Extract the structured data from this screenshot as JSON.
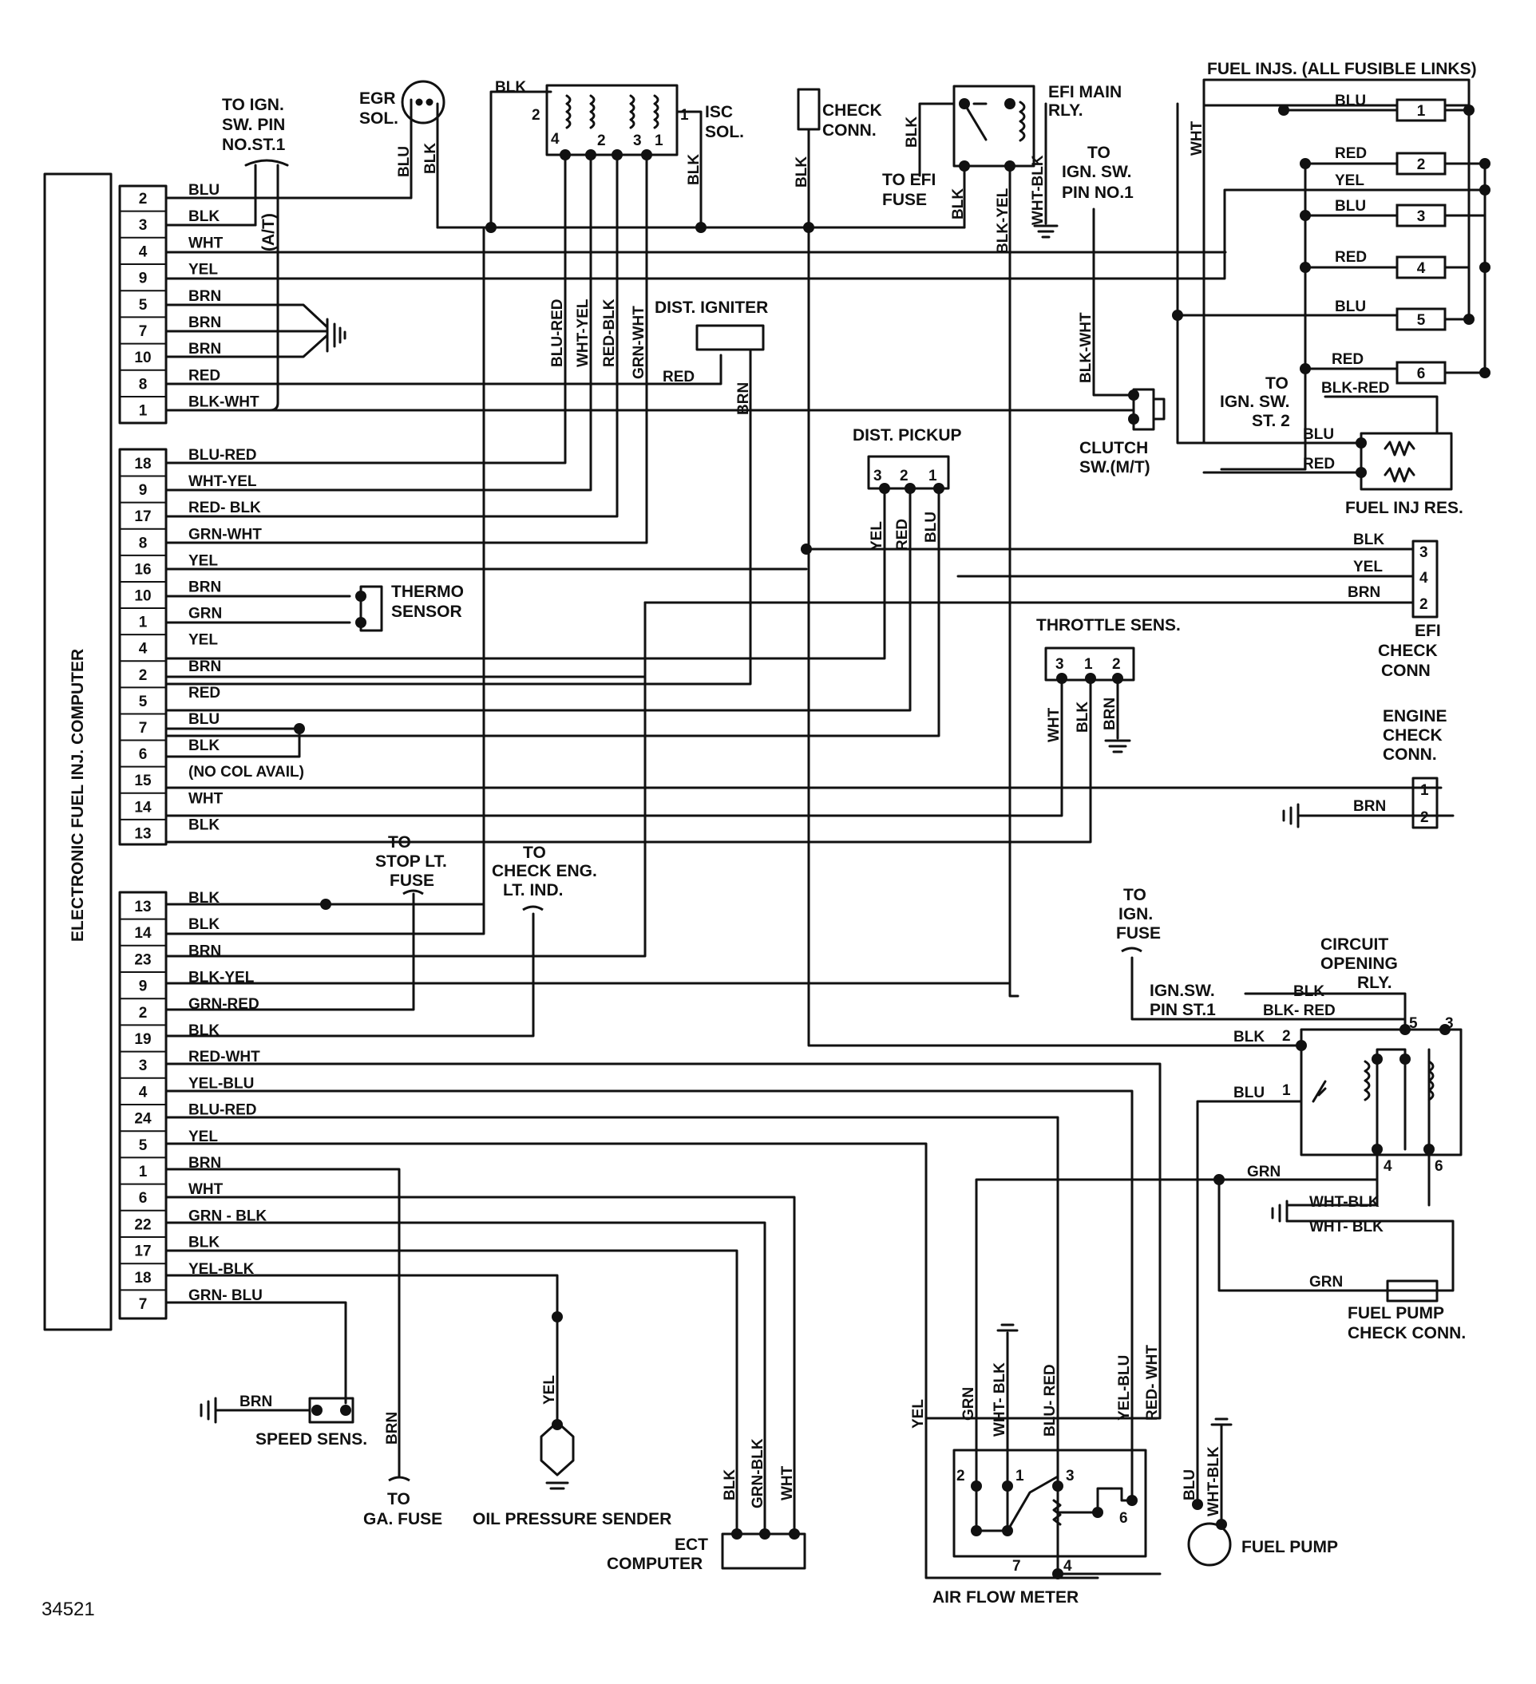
{
  "diagram": {
    "computer_label": "ELECTRONIC FUEL INJ. COMPUTER",
    "reference_number": "34521",
    "ecu_upper_pins": [
      {
        "pin": "2",
        "wire": "BLU"
      },
      {
        "pin": "3",
        "wire": "BLK"
      },
      {
        "pin": "4",
        "wire": "WHT"
      },
      {
        "pin": "9",
        "wire": "YEL"
      },
      {
        "pin": "5",
        "wire": "BRN"
      },
      {
        "pin": "7",
        "wire": "BRN"
      },
      {
        "pin": "10",
        "wire": "BRN"
      },
      {
        "pin": "8",
        "wire": "RED"
      },
      {
        "pin": "1",
        "wire": "BLK-WHT"
      }
    ],
    "ecu_middle_pins": [
      {
        "pin": "18",
        "wire": "BLU-RED"
      },
      {
        "pin": "9",
        "wire": "WHT-YEL"
      },
      {
        "pin": "17",
        "wire": "RED- BLK"
      },
      {
        "pin": "8",
        "wire": "GRN-WHT"
      },
      {
        "pin": "16",
        "wire": "YEL"
      },
      {
        "pin": "10",
        "wire": "BRN"
      },
      {
        "pin": "1",
        "wire": "GRN"
      },
      {
        "pin": "4",
        "wire": "YEL"
      },
      {
        "pin": "2",
        "wire": "BRN"
      },
      {
        "pin": "5",
        "wire": "RED"
      },
      {
        "pin": "7",
        "wire": "BLU"
      },
      {
        "pin": "6",
        "wire": "BLK"
      },
      {
        "pin": "15",
        "wire": "(NO COL AVAIL)"
      },
      {
        "pin": "14",
        "wire": "WHT"
      },
      {
        "pin": "13",
        "wire": "BLK"
      }
    ],
    "ecu_lower_pins": [
      {
        "pin": "13",
        "wire": "BLK"
      },
      {
        "pin": "14",
        "wire": "BLK"
      },
      {
        "pin": "23",
        "wire": "BRN"
      },
      {
        "pin": "9",
        "wire": "BLK-YEL"
      },
      {
        "pin": "2",
        "wire": "GRN-RED"
      },
      {
        "pin": "19",
        "wire": "BLK"
      },
      {
        "pin": "3",
        "wire": "RED-WHT"
      },
      {
        "pin": "4",
        "wire": "YEL-BLU"
      },
      {
        "pin": "24",
        "wire": "BLU-RED"
      },
      {
        "pin": "5",
        "wire": "YEL"
      },
      {
        "pin": "1",
        "wire": "BRN"
      },
      {
        "pin": "6",
        "wire": "WHT"
      },
      {
        "pin": "22",
        "wire": "GRN - BLK"
      },
      {
        "pin": "17",
        "wire": "BLK"
      },
      {
        "pin": "18",
        "wire": "YEL-BLK"
      },
      {
        "pin": "7",
        "wire": "GRN- BLU"
      }
    ],
    "components": {
      "to_ign_sw_st1": [
        "TO IGN.",
        "SW. PIN",
        "NO.ST.1"
      ],
      "at_label": "(A/T)",
      "egr_sol": [
        "EGR",
        "SOL."
      ],
      "isc_sol": [
        "ISC",
        "SOL."
      ],
      "isc_top_pins": [
        "2",
        "1"
      ],
      "isc_coil_pins": [
        "4",
        "2",
        "3",
        "1"
      ],
      "check_conn": [
        "CHECK",
        "CONN."
      ],
      "efi_main_rly": [
        "EFI MAIN",
        "RLY."
      ],
      "to_efi_fuse": [
        "TO EFI",
        "FUSE"
      ],
      "to_ign_sw_pin1": [
        "TO",
        "IGN. SW.",
        "PIN NO.1"
      ],
      "fuel_injs": "FUEL INJS. (ALL FUSIBLE LINKS)",
      "injector_numbers": [
        "1",
        "2",
        "3",
        "4",
        "5",
        "6"
      ],
      "dist_igniter": "DIST. IGNITER",
      "dist_pickup": "DIST. PICKUP",
      "dist_pickup_pins": [
        "3",
        "2",
        "1"
      ],
      "clutch_sw": [
        "CLUTCH",
        "SW.(M/T)"
      ],
      "to_ign_sw_st2": [
        "TO",
        "IGN. SW.",
        "ST. 2"
      ],
      "fuel_inj_res": "FUEL INJ RES.",
      "thermo_sensor": [
        "THERMO",
        "SENSOR"
      ],
      "efi_check_conn": [
        "EFI",
        "CHECK",
        "CONN"
      ],
      "efi_check_pins": [
        "3",
        "4",
        "2"
      ],
      "throttle_sens": "THROTTLE SENS.",
      "throttle_pins": [
        "3",
        "1",
        "2"
      ],
      "engine_check_conn": [
        "ENGINE",
        "CHECK",
        "CONN."
      ],
      "engine_check_pins": [
        "1",
        "2"
      ],
      "to_stop_lt_fuse": [
        "TO",
        "STOP LT.",
        "FUSE"
      ],
      "to_check_eng": [
        "TO",
        "CHECK ENG.",
        "LT. IND."
      ],
      "to_ign_fuse": [
        "TO",
        "IGN.",
        "FUSE"
      ],
      "circuit_opening_rly": [
        "CIRCUIT",
        "OPENING",
        "RLY."
      ],
      "ign_sw_pin_st1": [
        "IGN.SW.",
        "PIN ST.1"
      ],
      "rly_pins": [
        "2",
        "1",
        "5",
        "3",
        "4",
        "6"
      ],
      "fuel_pump_check_conn": [
        "FUEL PUMP",
        "CHECK CONN."
      ],
      "speed_sens": "SPEED SENS.",
      "to_ga_fuse": [
        "TO",
        "GA. FUSE"
      ],
      "oil_pressure_sender": "OIL PRESSURE SENDER",
      "ect_computer": [
        "ECT",
        "COMPUTER"
      ],
      "air_flow_meter": "AIR FLOW METER",
      "afm_pins": [
        "2",
        "1",
        "3",
        "6",
        "7",
        "4"
      ],
      "fuel_pump": "FUEL PUMP"
    },
    "wire_labels": {
      "egr_blu": "BLU",
      "egr_blk": "BLK",
      "isc_blk_top": "BLK",
      "isc_blk_right": "BLK",
      "check_blk": "BLK",
      "efi_fuse_blk": "BLK",
      "efi_rly_blk": "BLK",
      "efi_blk_yel": "BLK-YEL",
      "efi_wht_blk": "WHT-BLK",
      "clutch_blk_wht": "BLK-WHT",
      "isc_blu_red": "BLU-RED",
      "isc_wht_yel": "WHT-YEL",
      "isc_red_blk": "RED-BLK",
      "isc_grn_wht": "GRN-WHT",
      "igniter_red": "RED",
      "igniter_brn": "BRN",
      "inj_wht": "WHT",
      "inj1_blu": "BLU",
      "inj2_red": "RED",
      "inj_yel": "YEL",
      "inj3_blu": "BLU",
      "inj4_red": "RED",
      "inj5_blu": "BLU",
      "inj6_red": "RED",
      "res_blk_red": "BLK-RED",
      "res_blu": "BLU",
      "res_red": "RED",
      "pickup_yel": "YEL",
      "pickup_red": "RED",
      "pickup_blu": "BLU",
      "efi_chk_blk": "BLK",
      "efi_chk_yel": "YEL",
      "efi_chk_brn": "BRN",
      "thr_wht": "WHT",
      "thr_blk": "BLK",
      "thr_brn": "BRN",
      "eng_chk_brn": "BRN",
      "rly_blk": "BLK",
      "rly_blk_red": "BLK- RED",
      "rly_blk2": "BLK",
      "rly_blu": "BLU",
      "rly_grn": "GRN",
      "rly_wht_blk1": "WHT-BLK",
      "rly_wht_blk2": "WHT- BLK",
      "fp_grn": "GRN",
      "speed_brn": "BRN",
      "ga_brn": "BRN",
      "oil_yel": "YEL",
      "ect_blk": "BLK",
      "ect_grn_blk": "GRN-BLK",
      "ect_wht": "WHT",
      "afm_yel": "YEL",
      "afm_grn": "GRN",
      "afm_wht_blk": "WHT- BLK",
      "afm_blu_red": "BLU- RED",
      "afm_yel_blu": "YEL-BLU",
      "afm_red_wht": "RED- WHT",
      "fp_blu": "BLU",
      "fp_wht_blk": "WHT-BLK"
    }
  }
}
